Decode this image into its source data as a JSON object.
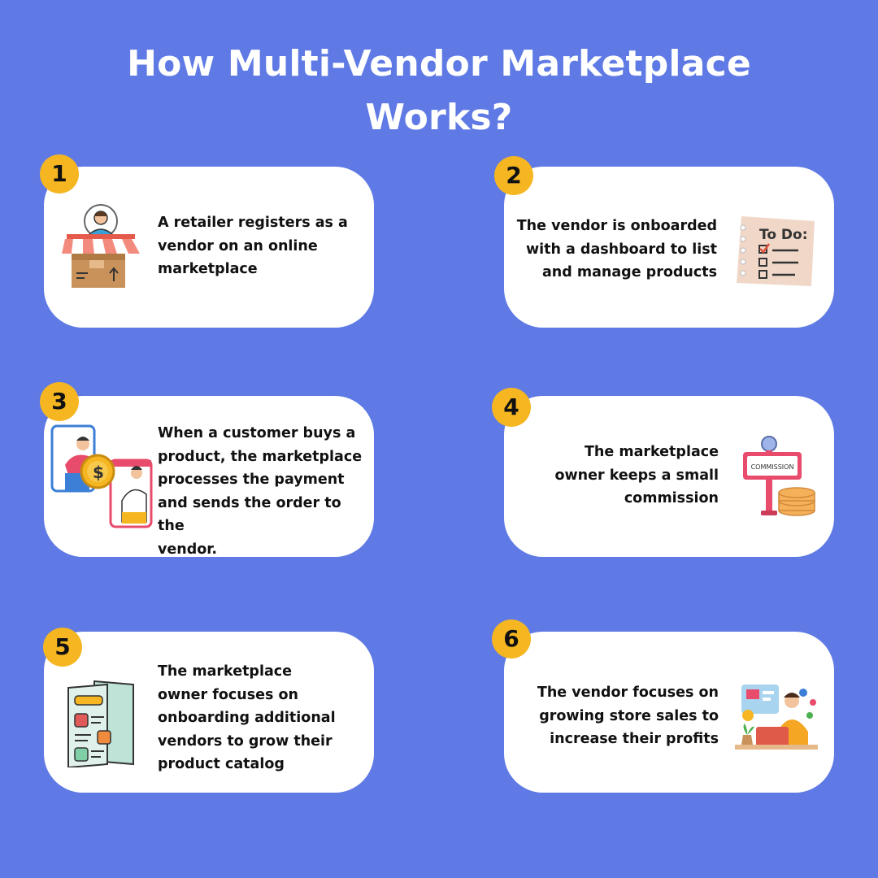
{
  "title": "How Multi-Vendor Marketplace\nWorks?",
  "steps": [
    {
      "number": "1",
      "text": "A retailer registers as a\nvendor on an online\nmarketplace",
      "icon": "vendor-store-icon"
    },
    {
      "number": "2",
      "text": "The vendor is onboarded\nwith a dashboard to list\nand manage products",
      "icon": "todo-list-icon",
      "icon_label": "To Do:"
    },
    {
      "number": "3",
      "text": "When a customer buys a\nproduct, the marketplace\nprocesses the payment\nand sends the order to the\nvendor.",
      "icon": "payment-transfer-icon"
    },
    {
      "number": "4",
      "text": "The marketplace\nowner keeps a small\ncommission",
      "icon": "commission-sign-icon",
      "icon_label": "COMMISSION"
    },
    {
      "number": "5",
      "text": "The marketplace\nowner focuses on\nonboarding additional\nvendors to grow their\nproduct catalog",
      "icon": "catalog-brochure-icon"
    },
    {
      "number": "6",
      "text": "The vendor focuses on\ngrowing store sales to\nincrease their profits",
      "icon": "growing-sales-icon"
    }
  ],
  "colors": {
    "background": "#5f7ae4",
    "card": "#ffffff",
    "badge": "#f5b622"
  }
}
